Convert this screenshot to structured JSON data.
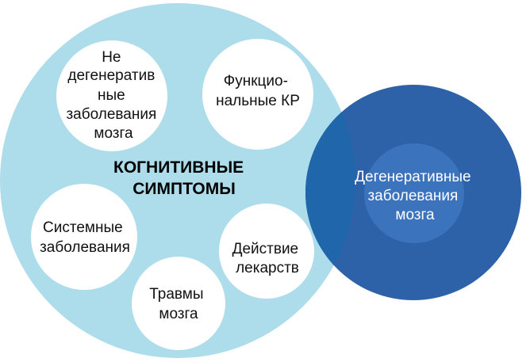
{
  "main_circle": {
    "title_lines": [
      "КОГНИТИВНЫЕ",
      "СИМПТОМЫ"
    ],
    "color": "#ADDCEA"
  },
  "sub_circles": [
    {
      "id": "non-degenerative",
      "lines": [
        "Не",
        "дегенератив",
        "ные",
        "заболевания",
        "мозга"
      ]
    },
    {
      "id": "functional",
      "lines": [
        "Функцио-",
        "нальные КР"
      ]
    },
    {
      "id": "systemic",
      "lines": [
        "Системные",
        "заболевания"
      ]
    },
    {
      "id": "drugs",
      "lines": [
        "Действие",
        "лекарств"
      ]
    },
    {
      "id": "trauma",
      "lines": [
        "Травмы",
        "мозга"
      ]
    }
  ],
  "degenerative_circle": {
    "lines": [
      "Дегенеративные",
      "заболевания",
      "мозга"
    ],
    "color": "#2E62A8",
    "overlap_color": "#1F66AA",
    "inner_color": "#3B73BC"
  },
  "colors": {
    "white_circle": "#FFFFFF",
    "text": "#111111"
  }
}
